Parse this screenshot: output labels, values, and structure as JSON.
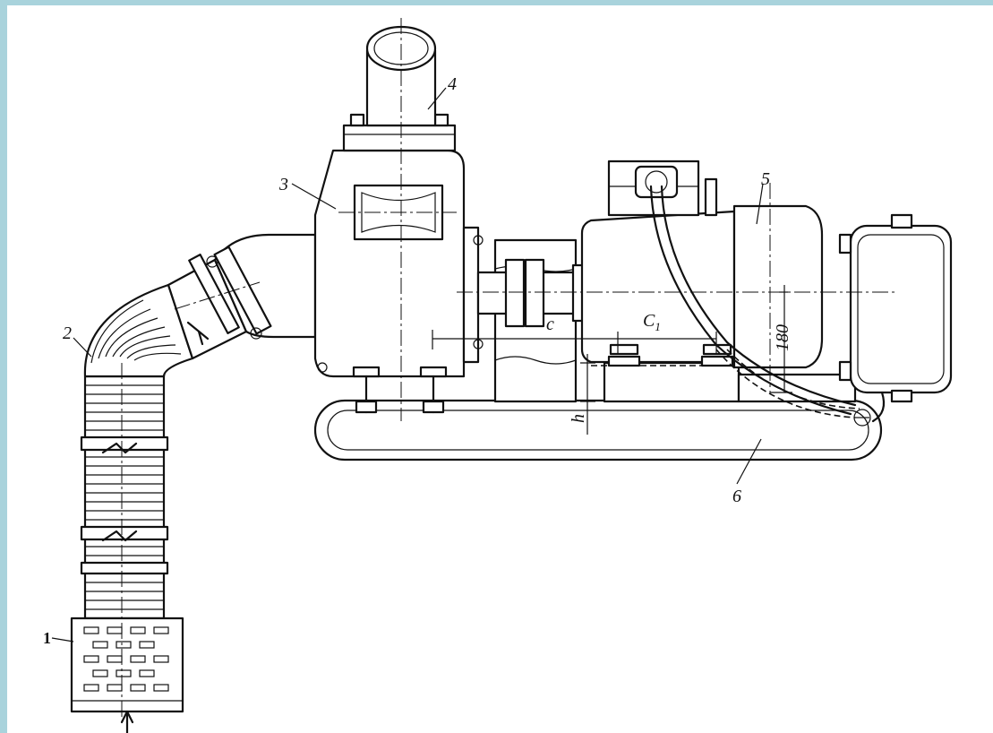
{
  "labels": {
    "strainer": "1",
    "hose": "2",
    "pump_casing": "3",
    "discharge_pipe": "4",
    "motor": "5",
    "skid_base": "6"
  },
  "dimensions": {
    "c": "c",
    "c1": "C",
    "c1_sub": "1",
    "height_180": "180",
    "h": "h"
  }
}
